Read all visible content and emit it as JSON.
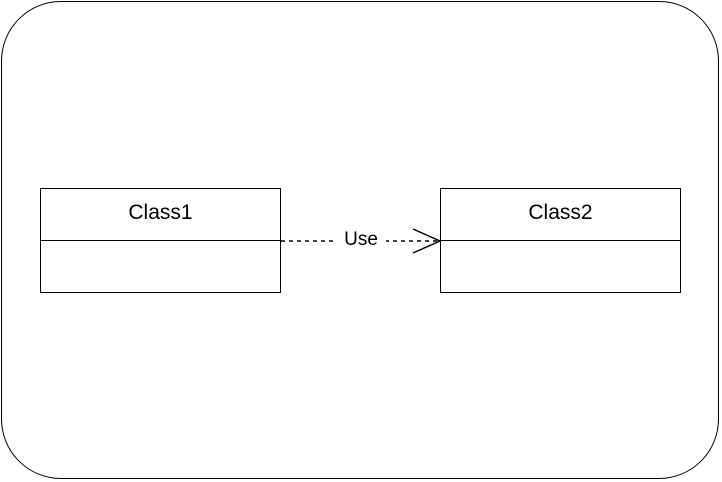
{
  "diagram": {
    "classes": [
      {
        "name": "Class1"
      },
      {
        "name": "Class2"
      }
    ],
    "relationship": {
      "label": "Use",
      "style": "dashed",
      "arrowhead": "open",
      "from": "Class1",
      "to": "Class2"
    }
  },
  "colors": {
    "stroke": "#000000",
    "background": "#ffffff"
  }
}
